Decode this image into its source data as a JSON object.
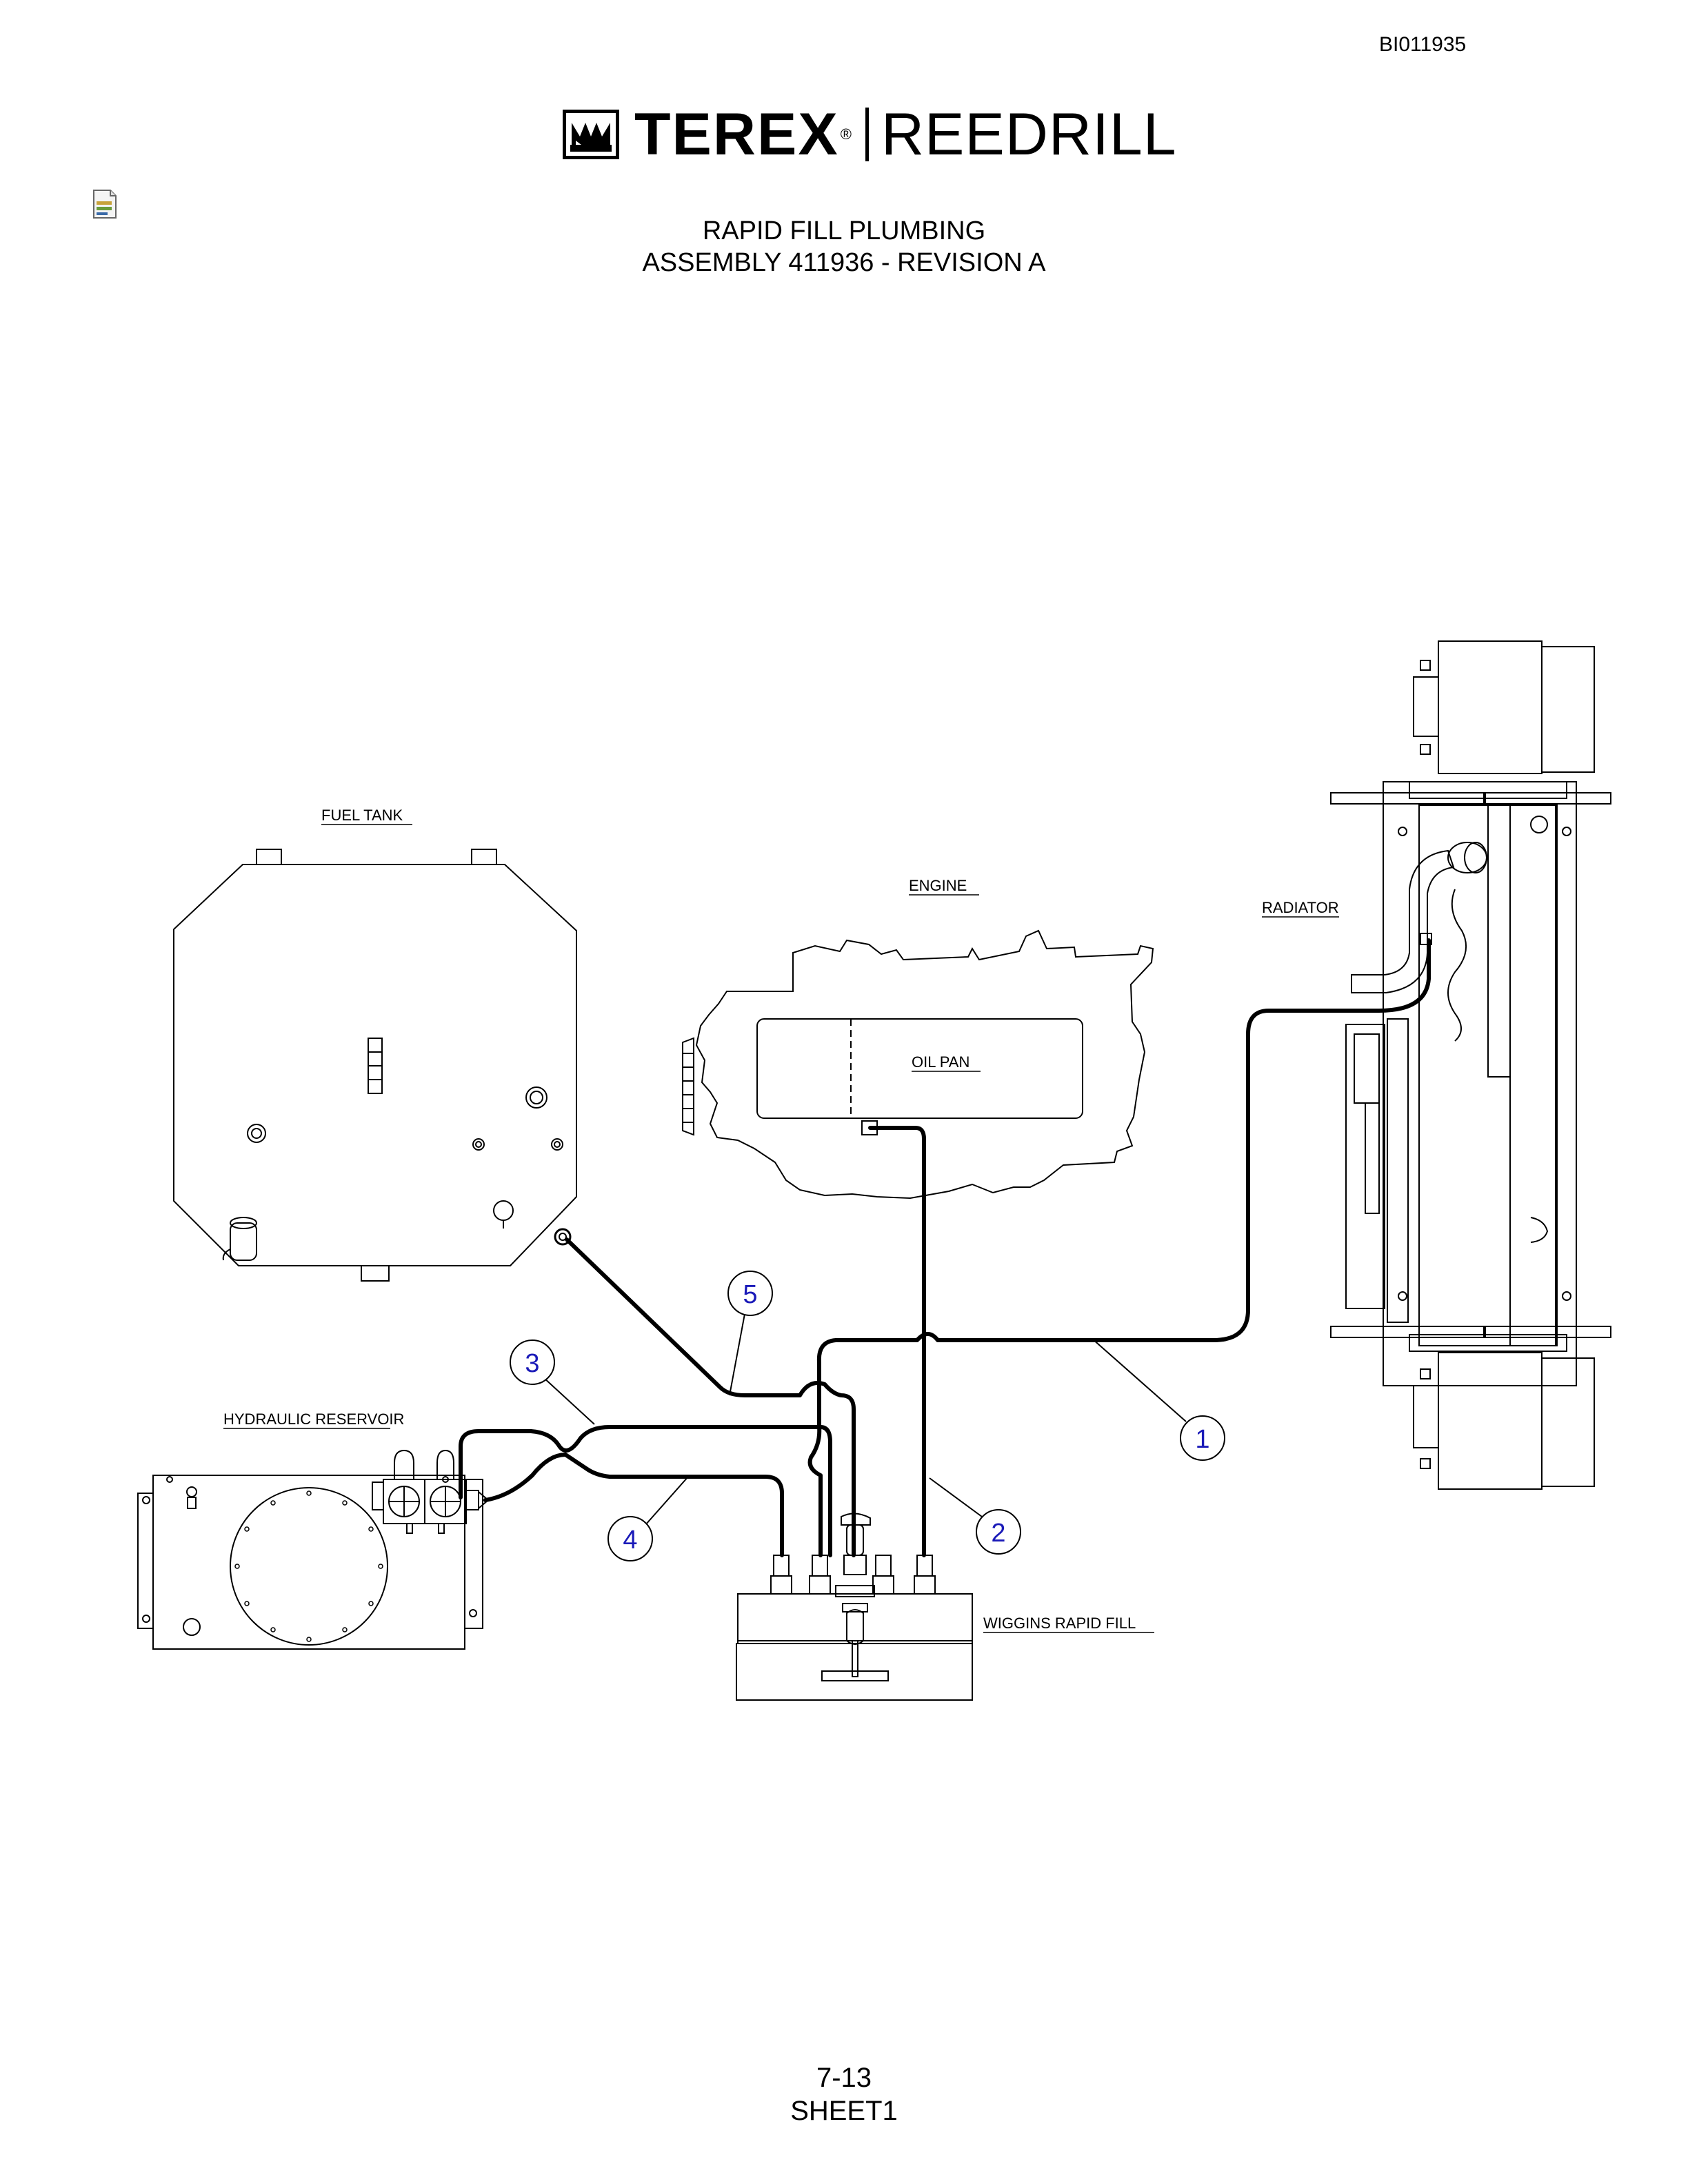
{
  "header": {
    "doc_id": "BI011935",
    "logo_primary": "TEREX",
    "logo_registered": "®",
    "logo_secondary": "REEDRILL"
  },
  "title": {
    "line1": "RAPID FILL PLUMBING",
    "line2": "ASSEMBLY 411936 - REVISION A"
  },
  "components": {
    "fuel_tank": "FUEL TANK",
    "engine": "ENGINE",
    "oil_pan": "OIL PAN",
    "radiator": "RADIATOR",
    "hydraulic_reservoir": "HYDRAULIC RESERVOIR",
    "wiggins_rapid_fill": "WIGGINS RAPID FILL"
  },
  "callouts": [
    "1",
    "2",
    "3",
    "4",
    "5"
  ],
  "footer": {
    "page": "7-13",
    "sheet": "SHEET1"
  },
  "colors": {
    "line": "#000000",
    "callout_text": "#1a1ab8"
  }
}
